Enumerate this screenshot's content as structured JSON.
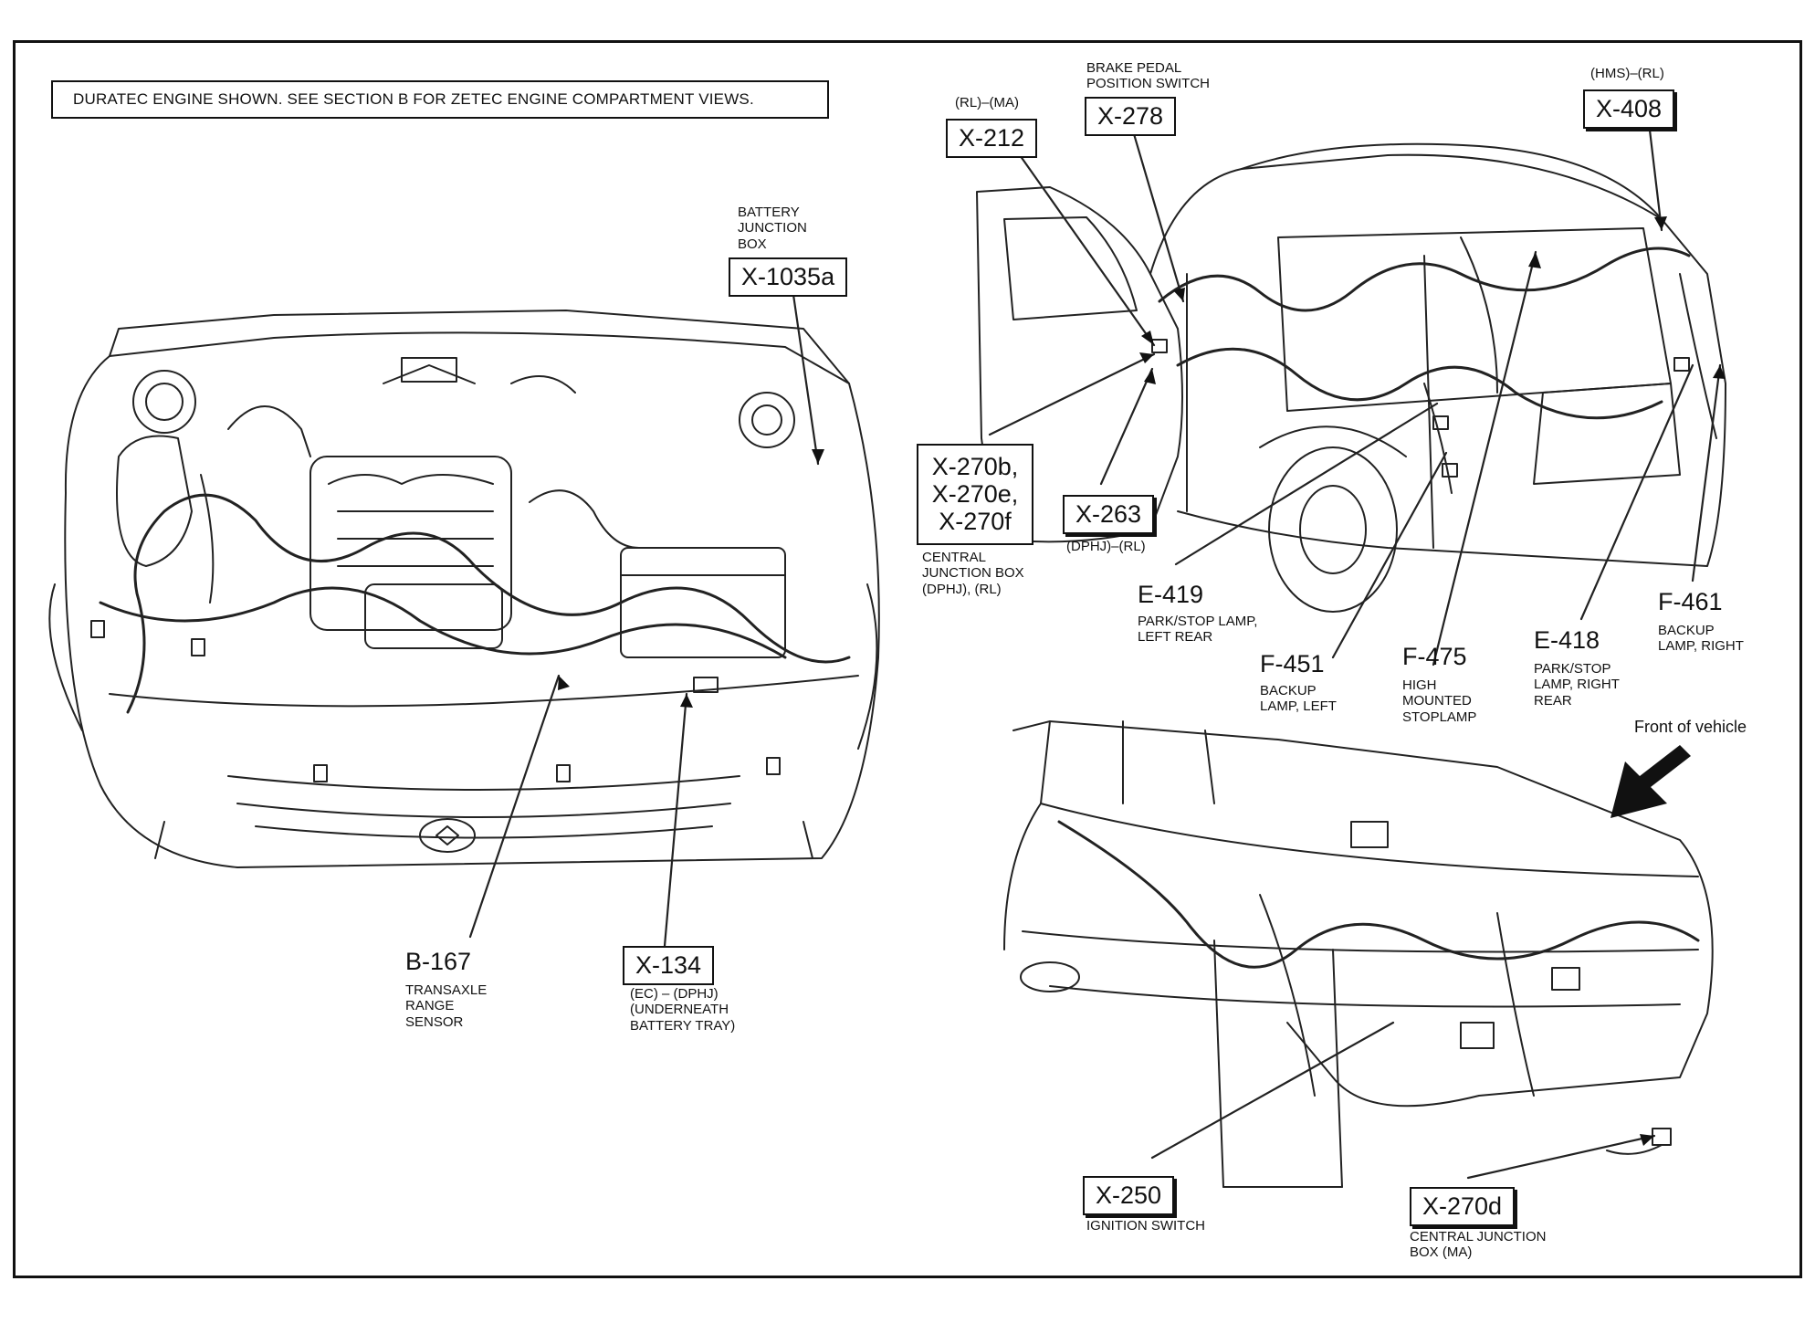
{
  "note": "DURATEC ENGINE SHOWN. SEE SECTION B FOR ZETEC ENGINE COMPARTMENT VIEWS.",
  "front_label": "Front of vehicle",
  "callouts": {
    "x1035a": {
      "code": "X-1035a",
      "above": [
        "BATTERY",
        "JUNCTION",
        "BOX"
      ]
    },
    "b167": {
      "code": "B-167",
      "desc": [
        "TRANSAXLE",
        "RANGE",
        "SENSOR"
      ]
    },
    "x134": {
      "code": "X-134",
      "desc": [
        "(EC) – (DPHJ)",
        "(UNDERNEATH",
        "BATTERY TRAY)"
      ]
    },
    "x212": {
      "code": "X-212",
      "above": [
        "(RL)–(MA)"
      ]
    },
    "x278": {
      "code": "X-278",
      "above": [
        "BRAKE PEDAL",
        "POSITION SWITCH"
      ]
    },
    "x408": {
      "code": "X-408",
      "above": [
        "(HMS)–(RL)"
      ]
    },
    "x270b": {
      "codes": [
        "X-270b,",
        "X-270e,",
        "X-270f"
      ],
      "desc": [
        "CENTRAL",
        "JUNCTION BOX",
        "(DPHJ), (RL)"
      ]
    },
    "x263": {
      "code": "X-263",
      "desc": [
        "(DPHJ)–(RL)"
      ]
    },
    "e419": {
      "code": "E-419",
      "desc": [
        "PARK/STOP LAMP,",
        "LEFT REAR"
      ]
    },
    "f451": {
      "code": "F-451",
      "desc": [
        "BACKUP",
        "LAMP, LEFT"
      ]
    },
    "f475": {
      "code": "F-475",
      "desc": [
        "HIGH",
        "MOUNTED",
        "STOPLAMP"
      ]
    },
    "e418": {
      "code": "E-418",
      "desc": [
        "PARK/STOP",
        "LAMP, RIGHT",
        "REAR"
      ]
    },
    "f461": {
      "code": "F-461",
      "desc": [
        "BACKUP",
        "LAMP, RIGHT"
      ]
    },
    "x250": {
      "code": "X-250",
      "desc": [
        "IGNITION SWITCH"
      ]
    },
    "x270d": {
      "code": "X-270d",
      "desc": [
        "CENTRAL JUNCTION",
        "BOX (MA)"
      ]
    }
  }
}
